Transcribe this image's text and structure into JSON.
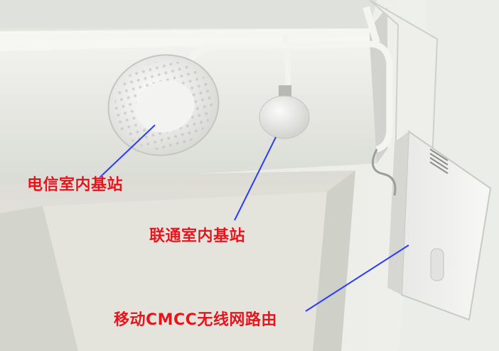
{
  "annotations": {
    "telecom": "电信室内基站",
    "unicom": "联通室内基站",
    "mobile": "移动CMCC无线网路由"
  },
  "colors": {
    "label_text": "#e8141c",
    "pointer_line": "#2a3cff",
    "ceiling": "#e6e7e2",
    "wall": "#eceee9"
  }
}
